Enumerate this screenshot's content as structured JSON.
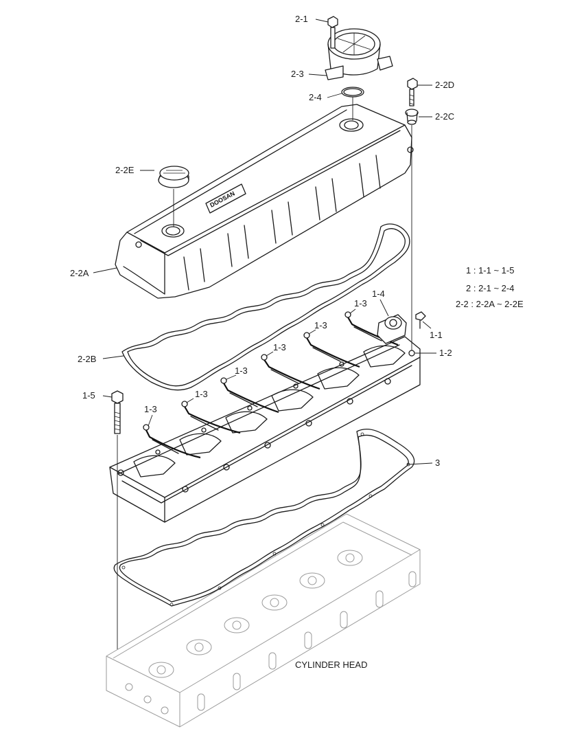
{
  "callouts": {
    "c2_1": "2-1",
    "c2_3": "2-3",
    "c2_4": "2-4",
    "c2_2D": "2-2D",
    "c2_2C": "2-2C",
    "c2_2E": "2-2E",
    "c2_2A": "2-2A",
    "c2_2B": "2-2B",
    "c1_4": "1-4",
    "c1_1": "1-1",
    "c1_2": "1-2",
    "c1_5": "1-5",
    "c1_3": [
      "1-3",
      "1-3",
      "1-3",
      "1-3",
      "1-3",
      "1-3"
    ],
    "c3": "3"
  },
  "legend": [
    "1 : 1-1 ~ 1-5",
    "2 : 2-1 ~ 2-4",
    "2-2 : 2-2A ~ 2-2E"
  ],
  "labels": {
    "cylinder_head": "CYLINDER HEAD",
    "brand_on_cover": "DOOSAN"
  },
  "icons": {
    "breather": "crankcase-breather-icon",
    "oil_cap": "oil-filler-cap-icon",
    "bolt": "bolt-icon"
  }
}
